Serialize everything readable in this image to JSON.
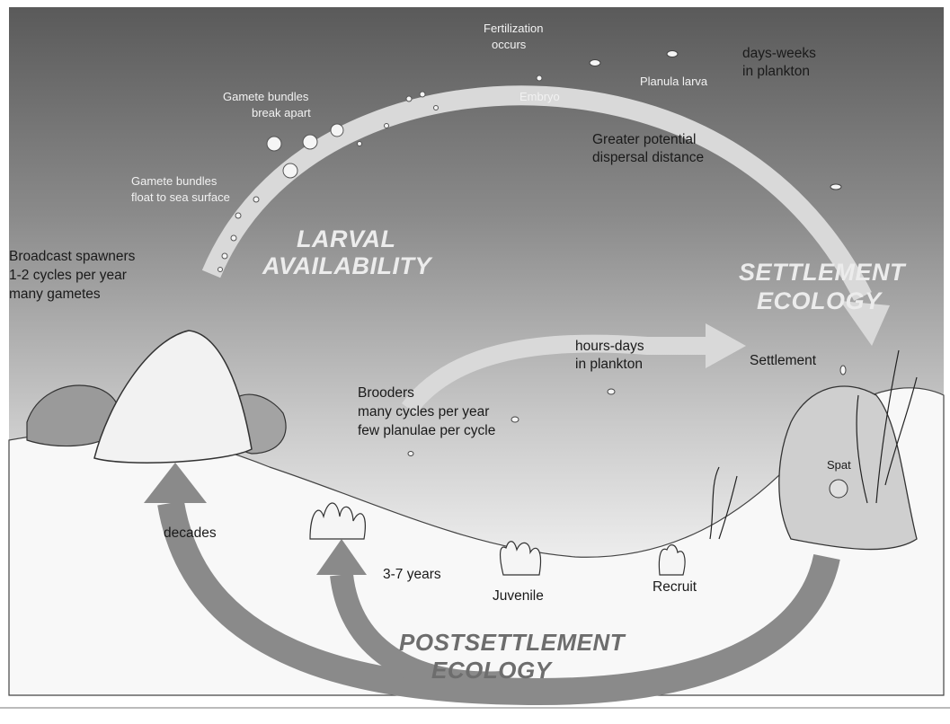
{
  "labels": {
    "fertilization": [
      "Fertilization",
      "occurs"
    ],
    "days_weeks": [
      "days-weeks",
      "in plankton"
    ],
    "planula": "Planula larva",
    "embryo": "Embryo",
    "bundles_break": [
      "Gamete bundles",
      "break apart"
    ],
    "greater_dispersal": [
      "Greater potential",
      "dispersal distance"
    ],
    "bundles_float": [
      "Gamete bundles",
      "float to sea surface"
    ],
    "broadcast": [
      "Broadcast spawners",
      "1-2 cycles per year",
      "many gametes"
    ],
    "larval_availability": [
      "LARVAL",
      "AVAILABILITY"
    ],
    "settlement_ecology": [
      "SETTLEMENT",
      "ECOLOGY"
    ],
    "hours_days": [
      "hours-days",
      "in plankton"
    ],
    "settlement": "Settlement",
    "brooders": [
      "Brooders",
      "many cycles per year",
      "few planulae per cycle"
    ],
    "spat": "Spat",
    "decades": "decades",
    "three_seven": "3-7 years",
    "juvenile": "Juvenile",
    "recruit": "Recruit",
    "postsettlement": [
      "POSTSETTLEMENT",
      "ECOLOGY"
    ]
  },
  "colors": {
    "sky_top": "#5c5c5c",
    "sky_bottom": "#f2f2f2",
    "arrow_light": "#d9d9d9",
    "arrow_dark": "#8a8a8a",
    "ground": "#f7f7f7"
  }
}
